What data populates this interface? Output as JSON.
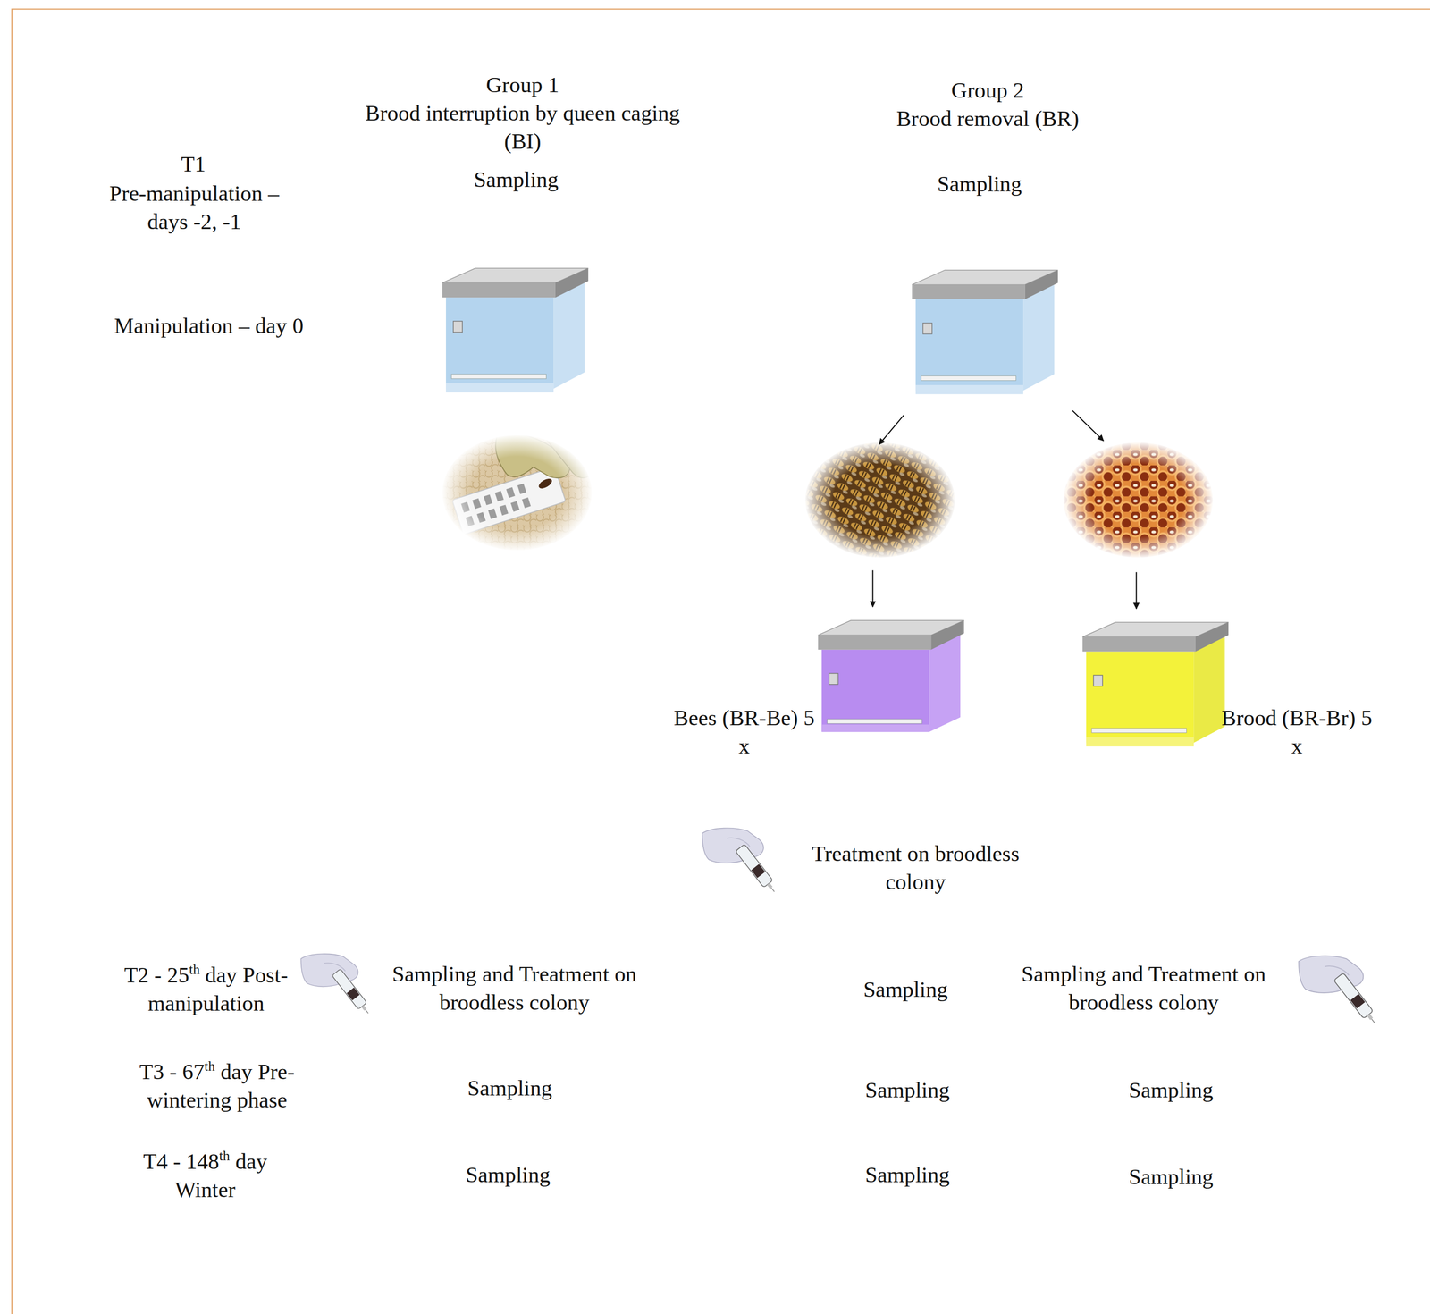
{
  "diagram": {
    "labels": [
      "Group 1",
      "Brood interruption by queen caging (BI)",
      "Group 2",
      "Brood removal (BR)",
      "T1",
      "Pre-manipulation – days -2, -1",
      "Sampling",
      "Sampling",
      "Manipulation – day 0",
      "Bees (BR-Be) 5 x",
      "Brood (BR-Br) 5 x",
      "Treatment on broodless colony",
      "T2 - 25th day Post-manipulation",
      "Sampling and Treatment on broodless colony",
      "Sampling",
      "Sampling and Treatment on broodless colony",
      "T3 - 67th day Pre-wintering phase",
      "Sampling",
      "Sampling",
      "Sampling",
      "T4 - 148th day Winter",
      "Sampling",
      "Sampling",
      "Sampling"
    ]
  }
}
